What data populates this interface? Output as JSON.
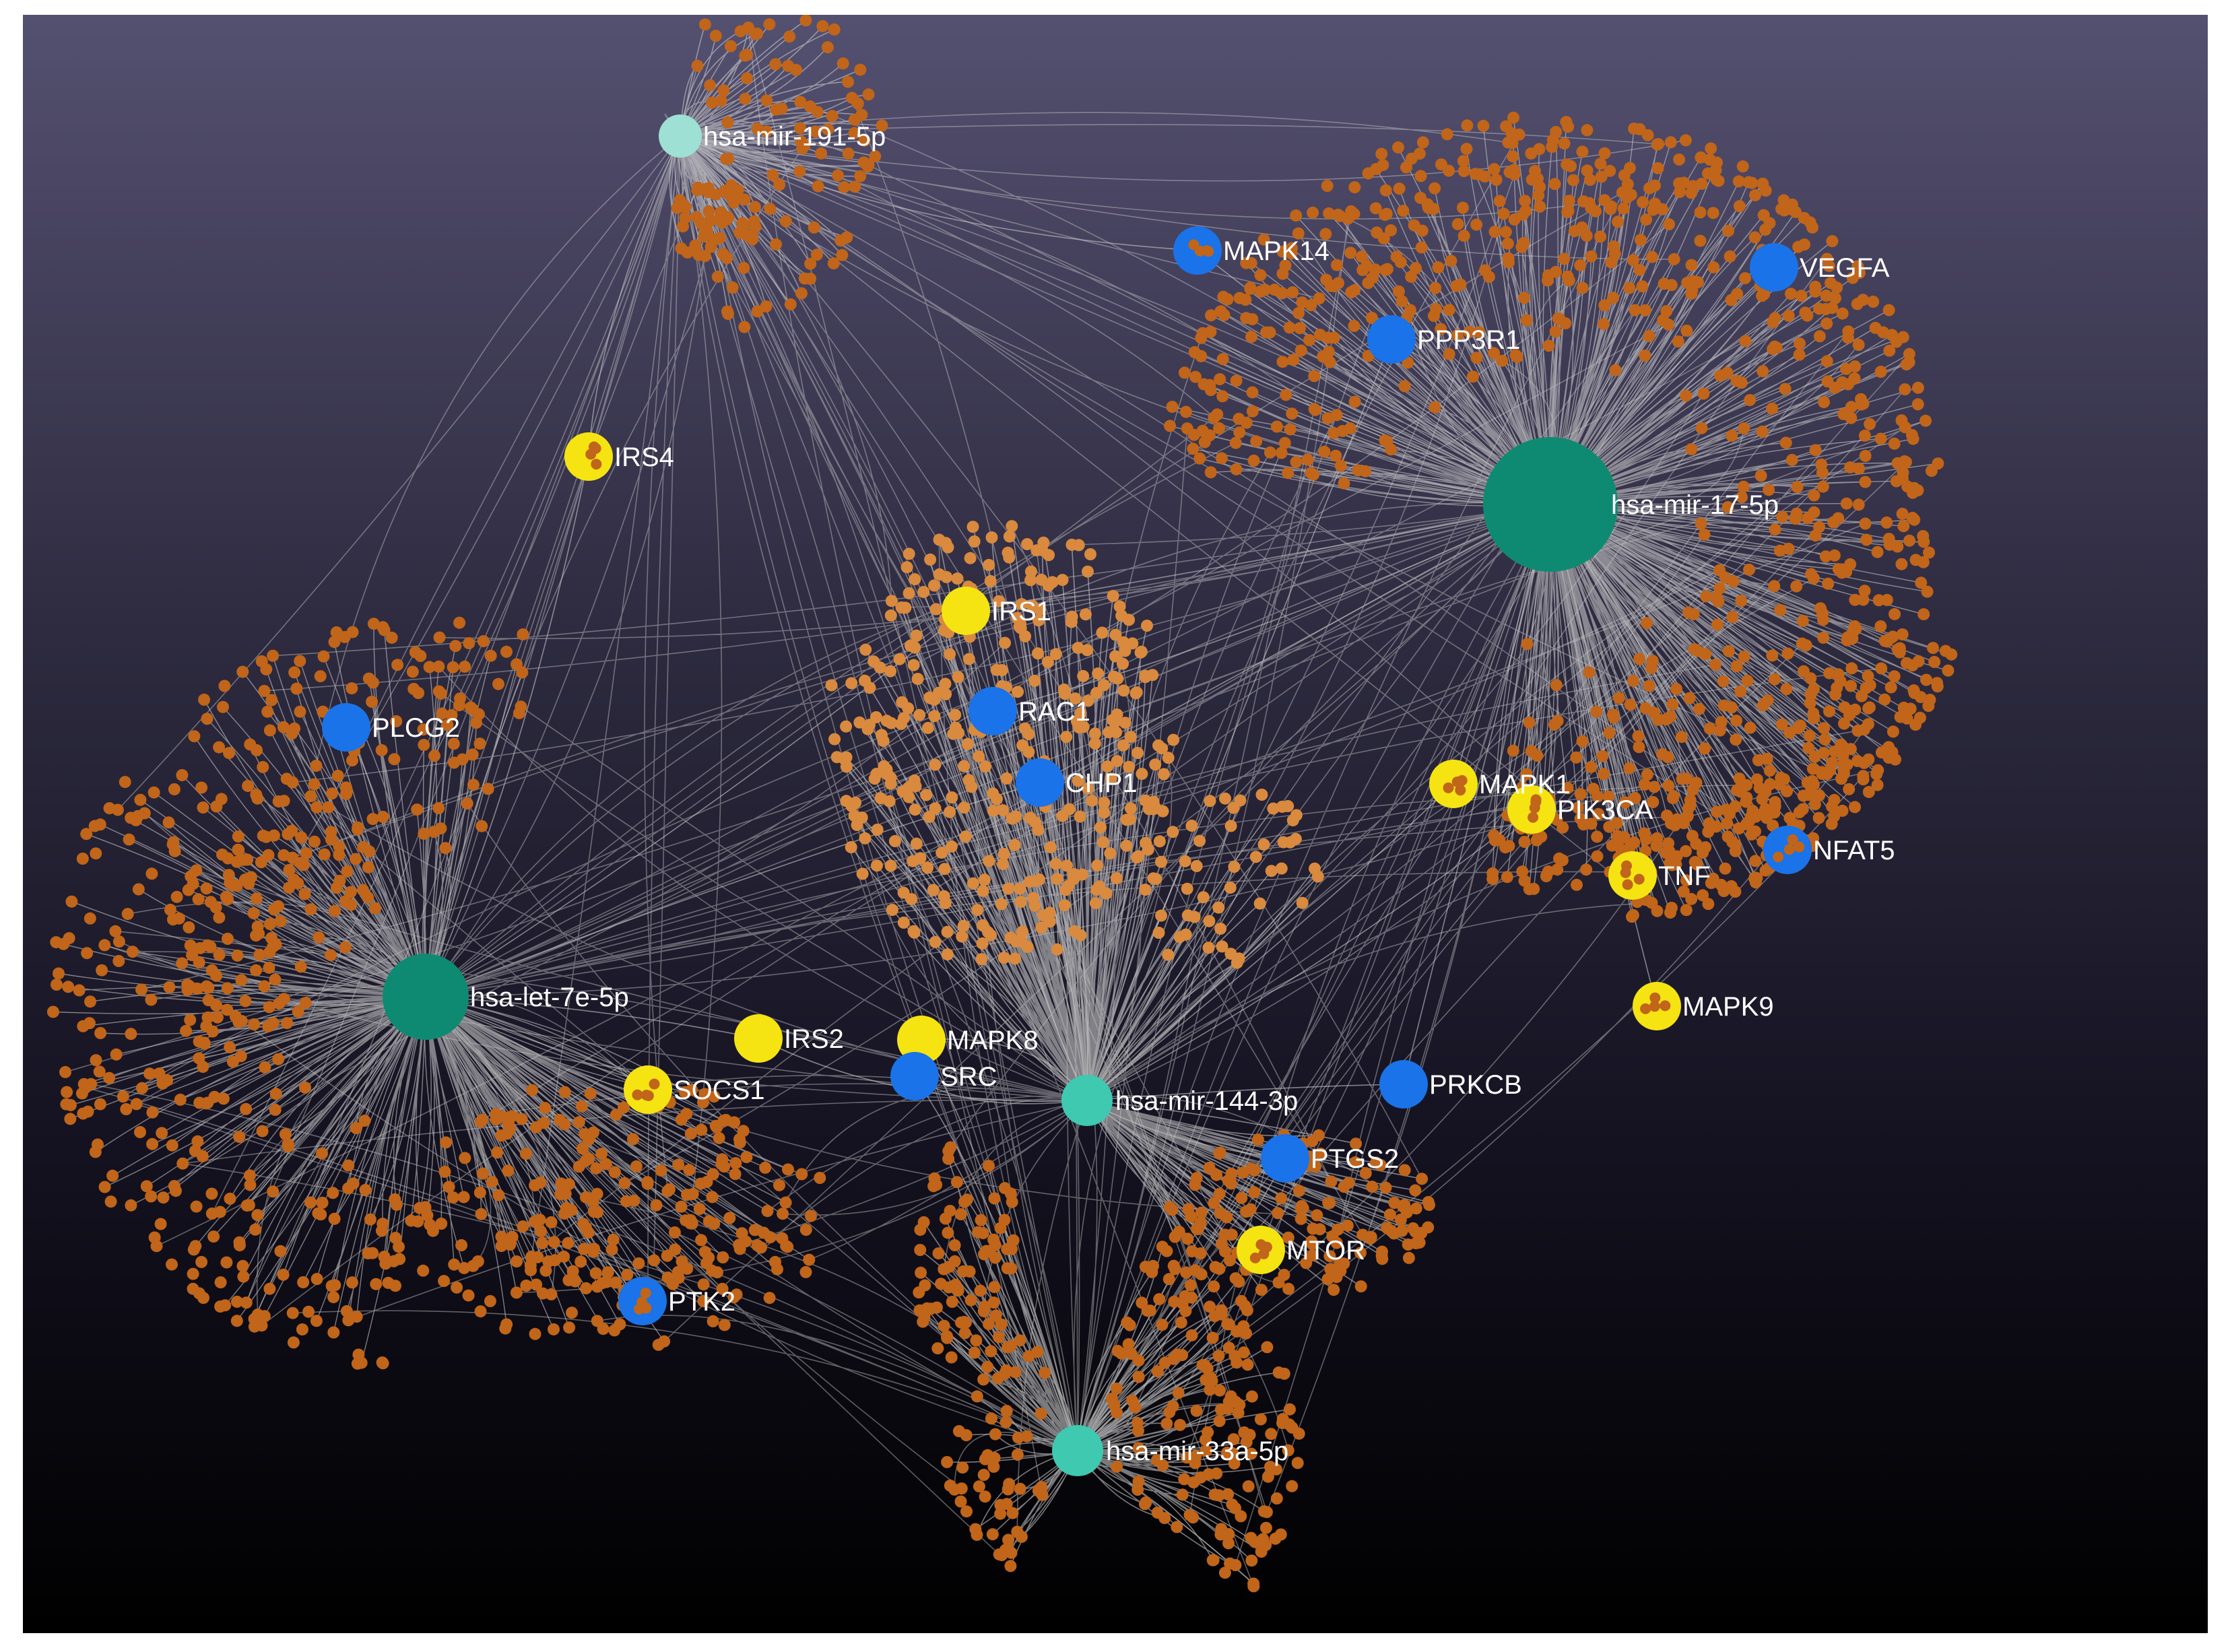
{
  "colors": {
    "background_top": "#545070",
    "background_bottom": "#000000",
    "edge": "#c8c8c8",
    "target_gene": "#c0651a",
    "target_gene_light": "#d98a3e",
    "mirna_large": "#0e8a72",
    "mirna_small": "#3ec9b0",
    "mirna_pale": "#9ee0d4",
    "hub_gene_blue": "#1a73e8",
    "hub_gene_yellow": "#f5e412"
  },
  "mirnas": [
    {
      "id": "let7e",
      "label": "hsa-let-7e-5p",
      "size": "large"
    },
    {
      "id": "mir17",
      "label": "hsa-mir-17-5p",
      "size": "xlarge"
    },
    {
      "id": "mir144",
      "label": "hsa-mir-144-3p",
      "size": "small"
    },
    {
      "id": "mir33a",
      "label": "hsa-mir-33a-5p",
      "size": "small"
    },
    {
      "id": "mir191",
      "label": "hsa-mir-191-5p",
      "size": "small"
    }
  ],
  "hub_genes": [
    {
      "id": "MAPK14",
      "label": "MAPK14",
      "color": "blue"
    },
    {
      "id": "VEGFA",
      "label": "VEGFA",
      "color": "blue"
    },
    {
      "id": "PPP3R1",
      "label": "PPP3R1",
      "color": "blue"
    },
    {
      "id": "IRS4",
      "label": "IRS4",
      "color": "yellow"
    },
    {
      "id": "IRS1",
      "label": "IRS1",
      "color": "yellow"
    },
    {
      "id": "RAC1",
      "label": "RAC1",
      "color": "blue"
    },
    {
      "id": "CHP1",
      "label": "CHP1",
      "color": "blue"
    },
    {
      "id": "PLCG2",
      "label": "PLCG2",
      "color": "blue"
    },
    {
      "id": "MAPK1",
      "label": "MAPK1",
      "color": "yellow"
    },
    {
      "id": "PIK3CA",
      "label": "PIK3CA",
      "color": "yellow"
    },
    {
      "id": "NFAT5",
      "label": "NFAT5",
      "color": "blue"
    },
    {
      "id": "TNF",
      "label": "TNF",
      "color": "yellow"
    },
    {
      "id": "MAPK9",
      "label": "MAPK9",
      "color": "yellow"
    },
    {
      "id": "IRS2",
      "label": "IRS2",
      "color": "yellow"
    },
    {
      "id": "MAPK8",
      "label": "MAPK8",
      "color": "yellow"
    },
    {
      "id": "SRC",
      "label": "SRC",
      "color": "blue"
    },
    {
      "id": "SOCS1",
      "label": "SOCS1",
      "color": "yellow"
    },
    {
      "id": "PRKCB",
      "label": "PRKCB",
      "color": "blue"
    },
    {
      "id": "PTGS2",
      "label": "PTGS2",
      "color": "blue"
    },
    {
      "id": "MTOR",
      "label": "MTOR",
      "color": "yellow"
    },
    {
      "id": "PTK2",
      "label": "PTK2",
      "color": "blue"
    }
  ]
}
